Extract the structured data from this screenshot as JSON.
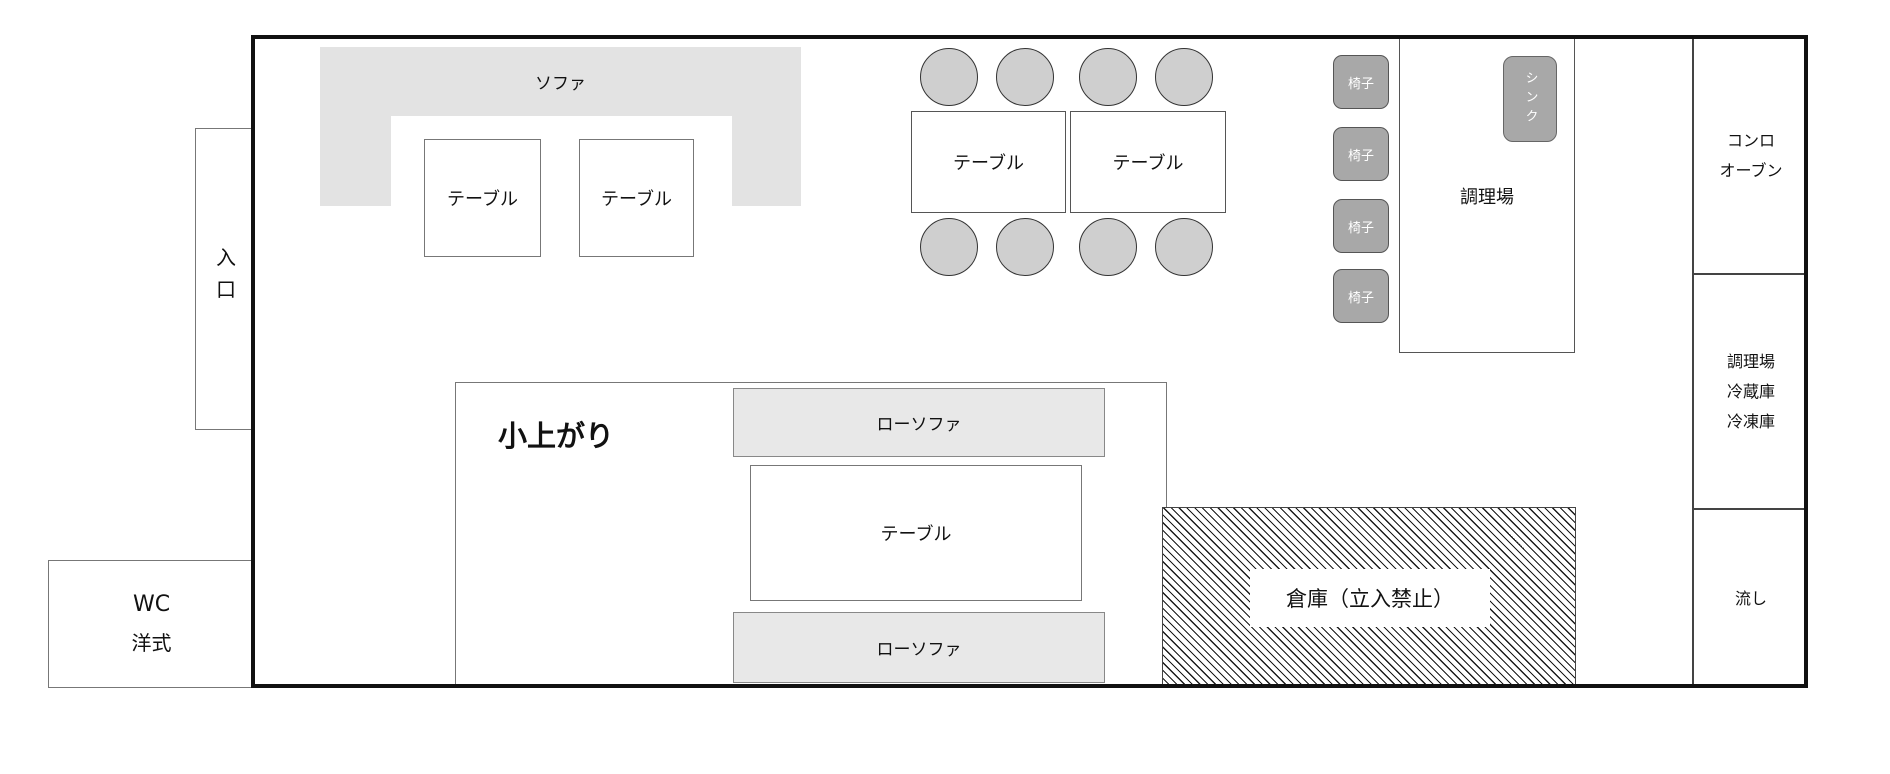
{
  "page": {
    "background": "#ffffff"
  },
  "colors": {
    "wall": "#111111",
    "thin_border": "#777777",
    "sofa_fill": "#e3e3e3",
    "low_sofa_fill": "#e8e8e8",
    "seat_circle_fill": "#cfcfcf",
    "chair_fill": "#a8a8a8",
    "chair_text": "#ffffff",
    "text": "#111111"
  },
  "entrance": {
    "label": "入口"
  },
  "wc": {
    "line1": "WC",
    "line2": "洋式"
  },
  "sofa_area": {
    "sofa_label": "ソファ",
    "tables": [
      {
        "label": "テーブル"
      },
      {
        "label": "テーブル"
      }
    ]
  },
  "dining_area": {
    "tables": [
      {
        "label": "テーブル"
      },
      {
        "label": "テーブル"
      }
    ],
    "seat_count": 8
  },
  "chair_column": {
    "chairs": [
      {
        "label": "椅子"
      },
      {
        "label": "椅子"
      },
      {
        "label": "椅子"
      },
      {
        "label": "椅子"
      }
    ]
  },
  "kitchen_block": {
    "label": "調理場",
    "sink_label": "シンク"
  },
  "service_column": {
    "section1": {
      "line1": "コンロ",
      "line2": "オーブン"
    },
    "section2": {
      "line1": "調理場",
      "line2": "冷蔵庫",
      "line3": "冷凍庫"
    },
    "section3": {
      "line1": "流し"
    }
  },
  "koagari": {
    "label": "小上がり",
    "low_sofa_top": "ローソファ",
    "table": "テーブル",
    "low_sofa_bottom": "ローソファ"
  },
  "storage": {
    "label": "倉庫（立入禁止）"
  }
}
